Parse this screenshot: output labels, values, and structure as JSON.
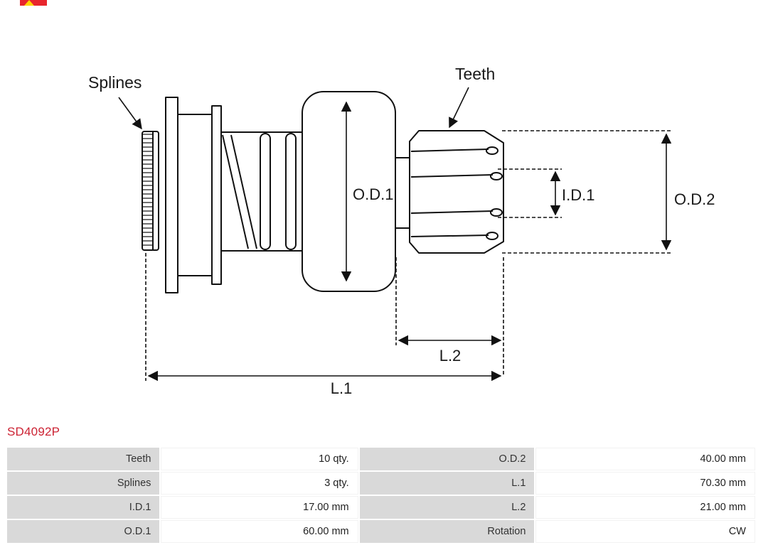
{
  "logo": {
    "name": "brand-logo-fragment",
    "primary_color": "#e8262d",
    "accent_color": "#ffd400"
  },
  "diagram": {
    "labels": {
      "splines": "Splines",
      "teeth": "Teeth",
      "od1": "O.D.1",
      "id1": "I.D.1",
      "od2": "O.D.2",
      "l2": "L.2",
      "l1": "L.1"
    },
    "line_color": "#111111"
  },
  "part_number": {
    "text": "SD4092P",
    "color": "#cc2233"
  },
  "specs": {
    "rows": [
      {
        "l1": "Teeth",
        "v1": "10 qty.",
        "l2": "O.D.2",
        "v2": "40.00 mm"
      },
      {
        "l1": "Splines",
        "v1": "3 qty.",
        "l2": "L.1",
        "v2": "70.30 mm"
      },
      {
        "l1": "I.D.1",
        "v1": "17.00 mm",
        "l2": "L.2",
        "v2": "21.00 mm"
      },
      {
        "l1": "O.D.1",
        "v1": "60.00 mm",
        "l2": "Rotation",
        "v2": "CW"
      }
    ]
  }
}
